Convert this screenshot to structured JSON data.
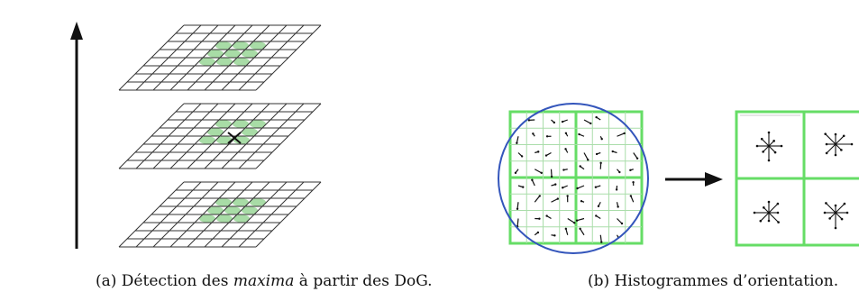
{
  "captions": {
    "a": {
      "prefix": "(a) Détection des ",
      "italic": "maxima",
      "suffix": " à partir des DoG."
    },
    "b": "(b) Histogrammes d’orientation."
  },
  "colors": {
    "grid_line": "#333333",
    "green_cell": "#a8dca6",
    "green_frame": "#66dd66",
    "circle": "#3355bb",
    "arrow": "#111111"
  },
  "icons": {
    "vertical_arrow": "up-arrow-icon",
    "keypoint": "x-mark-icon",
    "transform_arrow": "right-arrow-icon"
  }
}
